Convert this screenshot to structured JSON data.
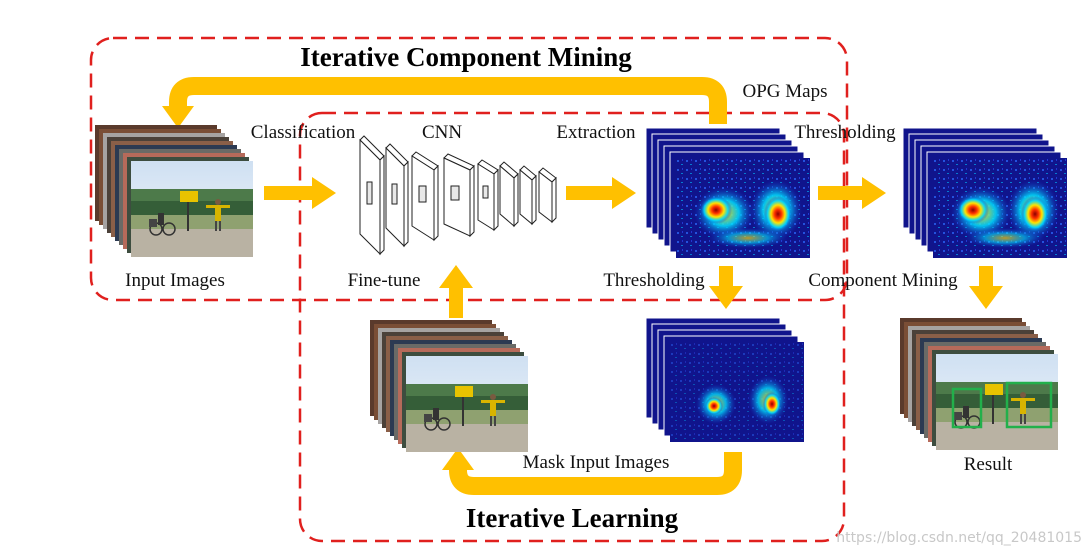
{
  "titles": {
    "component_mining": "Iterative Component Mining",
    "learning": "Iterative Learning"
  },
  "labels": {
    "input_images": "Input Images",
    "classification": "Classification",
    "cnn": "CNN",
    "extraction": "Extraction",
    "opg_maps": "OPG Maps",
    "thresholding_top": "Thresholding",
    "fine_tune": "Fine-tune",
    "thresholding_mid": "Thresholding",
    "component_mining": "Component Mining",
    "mask_input_images": "Mask Input Images",
    "result": "Result"
  },
  "watermark": "https://blog.csdn.net/qq_20481015",
  "colors": {
    "arrow": "#FFC000",
    "dashed_box": "#E0201E",
    "heatmap_bg": "#10148c",
    "detection_box": "#22b04b"
  }
}
